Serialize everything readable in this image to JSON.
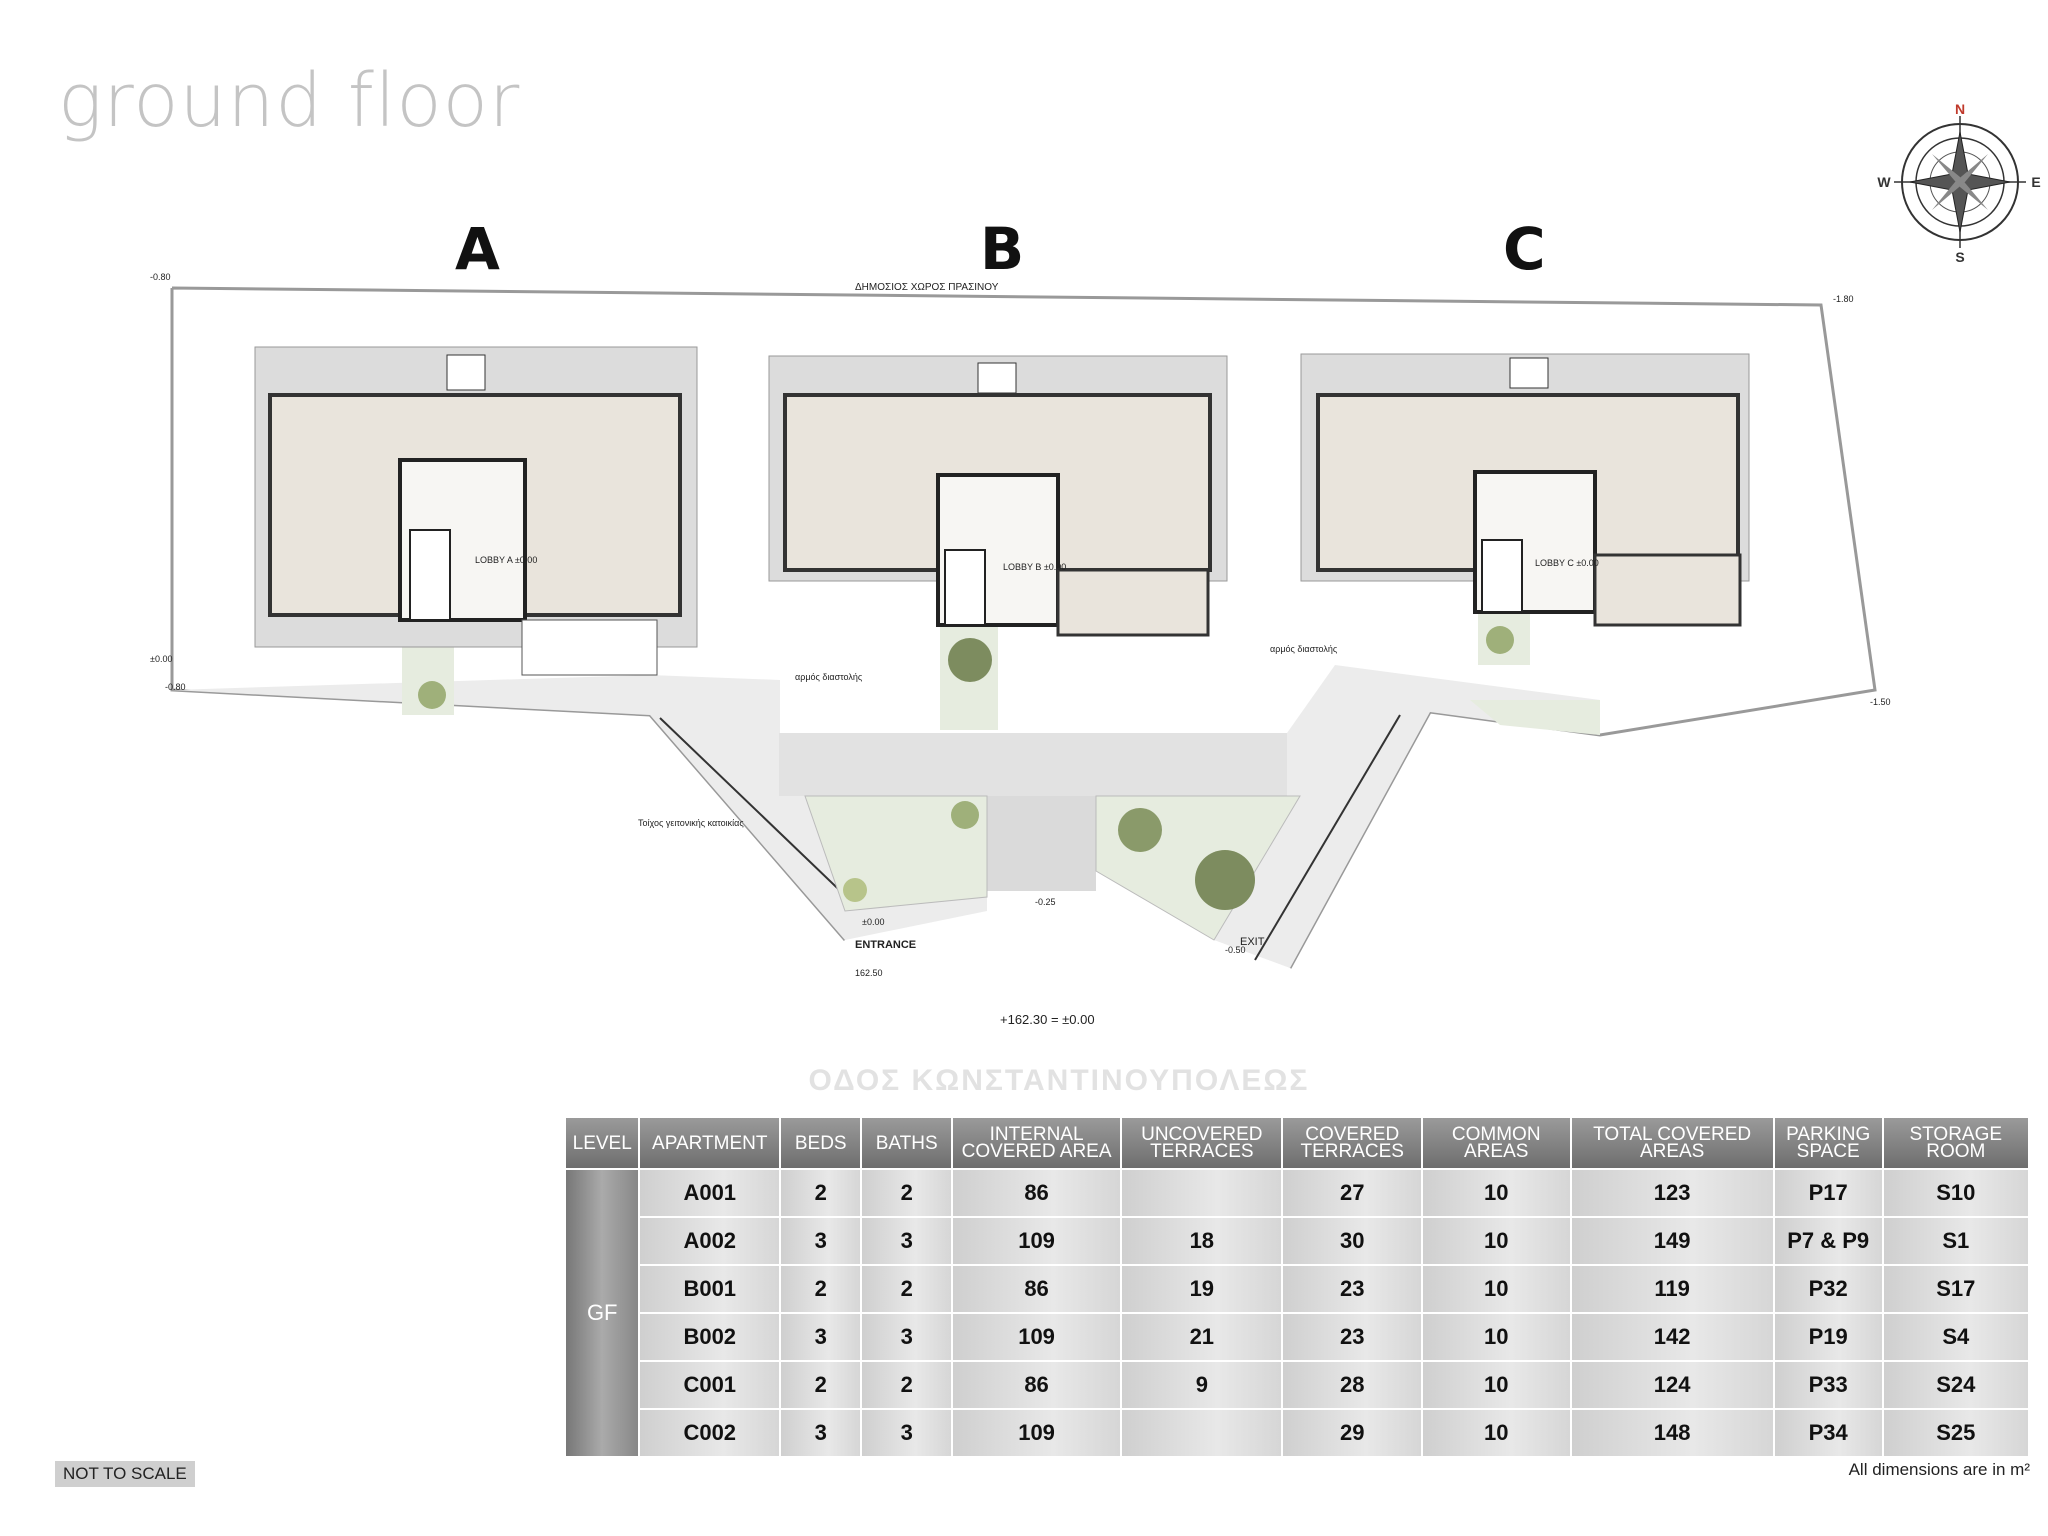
{
  "title": "ground floor",
  "buildings": [
    "A",
    "B",
    "C"
  ],
  "compass": {
    "n": "N",
    "s": "S",
    "e": "E",
    "w": "W"
  },
  "plan": {
    "top_label": "ΔΗΜΟΣΙΟΣ ΧΩΡΟΣ ΠΡΑΣΙΝΟΥ",
    "lobbies": [
      "LOBBY A ±0.00",
      "LOBBY B ±0.00",
      "LOBBY C ±0.00"
    ],
    "entrance": "ENTRANCE",
    "exit": "EXIT",
    "datum": "+162.30 = ±0.00",
    "joint_note": "αρμός διαστολής",
    "wall_note": "Τοίχος γειτονικής κατοικίας",
    "levels": [
      "-0.80",
      "±0.00",
      "-0.80",
      "-1.80",
      "-1.50",
      "-0.25",
      "±0.00",
      "-0.50",
      "162.50"
    ]
  },
  "street": "ΟΔΟΣ ΚΩΝΣΤΑΝΤΙΝΟΥΠΟΛΕΩΣ",
  "table": {
    "headers": [
      "LEVEL",
      "APARTMENT",
      "BEDS",
      "BATHS",
      "INTERNAL COVERED AREA",
      "UNCOVERED TERRACES",
      "COVERED TERRACES",
      "COMMON AREAS",
      "TOTAL COVERED AREAS",
      "PARKING SPACE",
      "STORAGE ROOM"
    ],
    "level": "GF",
    "rows": [
      [
        "A001",
        "2",
        "2",
        "86",
        "",
        "27",
        "10",
        "123",
        "P17",
        "S10"
      ],
      [
        "A002",
        "3",
        "3",
        "109",
        "18",
        "30",
        "10",
        "149",
        "P7 & P9",
        "S1"
      ],
      [
        "B001",
        "2",
        "2",
        "86",
        "19",
        "23",
        "10",
        "119",
        "P32",
        "S17"
      ],
      [
        "B002",
        "3",
        "3",
        "109",
        "21",
        "23",
        "10",
        "142",
        "P19",
        "S4"
      ],
      [
        "C001",
        "2",
        "2",
        "86",
        "9",
        "28",
        "10",
        "124",
        "P33",
        "S24"
      ],
      [
        "C002",
        "3",
        "3",
        "109",
        "",
        "29",
        "10",
        "148",
        "P34",
        "S25"
      ]
    ]
  },
  "not_to_scale": "NOT TO SCALE",
  "units_note": "All dimensions are in m²"
}
